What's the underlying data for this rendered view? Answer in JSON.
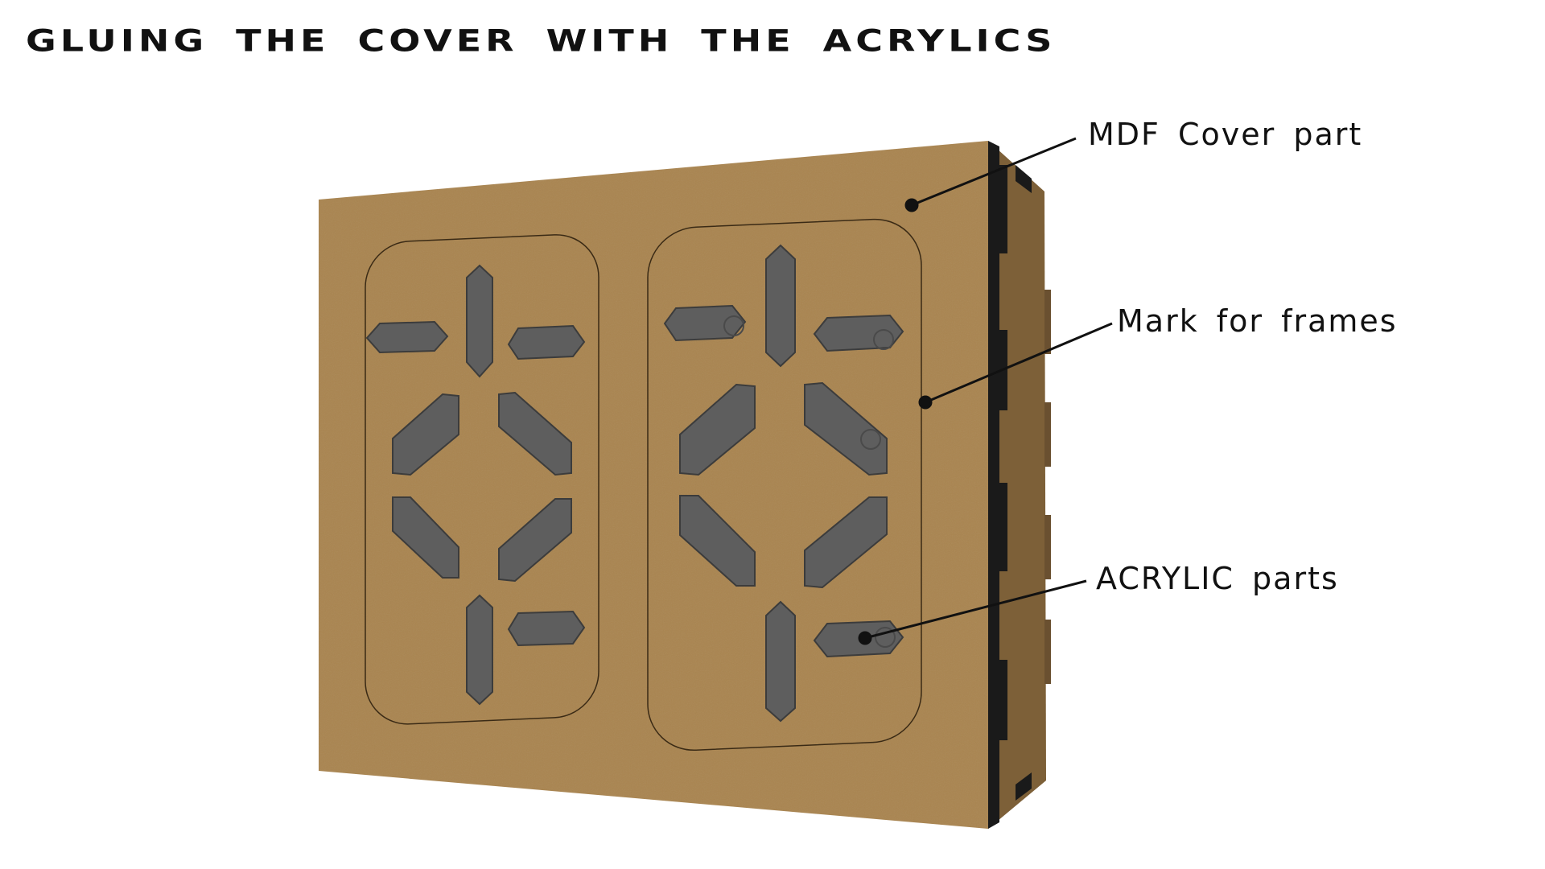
{
  "title": "GLUING THE COVER WITH THE ACRYLICS",
  "callouts": {
    "mdf": "MDF Cover part",
    "mark": "Mark for frames",
    "acrylic": "ACRYLIC parts"
  },
  "colors": {
    "mdf_face": "#a9844f",
    "mdf_side": "#7d6038",
    "acrylic": "#5e5e5e",
    "line": "#111111"
  }
}
